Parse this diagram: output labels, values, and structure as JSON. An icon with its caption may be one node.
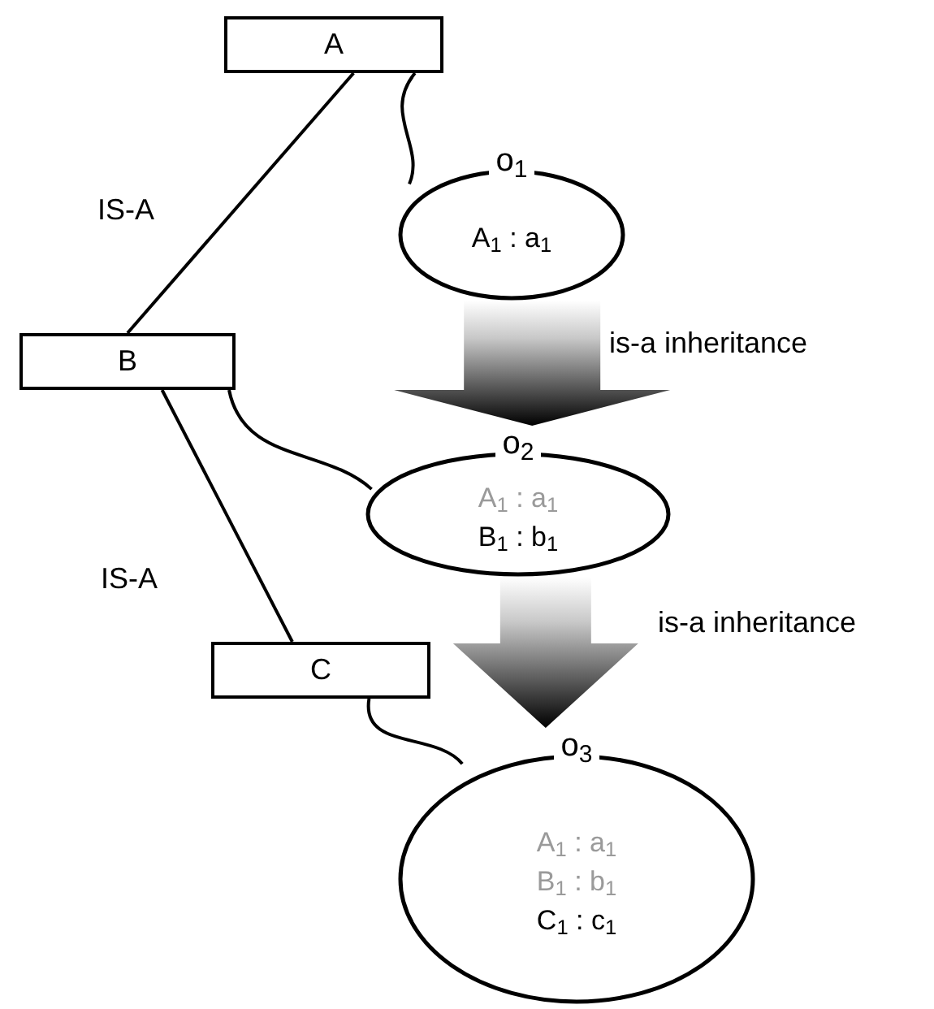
{
  "diagram": {
    "nodes": [
      {
        "text": [
          "A"
        ]
      },
      {
        "text": [
          "o$_{1}$",
          "A$_{1}$ : a$_{1}$"
        ]
      },
      {
        "text": [
          "B"
        ]
      },
      {
        "text": [
          "o$_{2}$",
          "A$_{1}$ : a$_{1}$",
          "B$_{1}$ : b$_{1}$"
        ]
      },
      {
        "text": [
          "C"
        ]
      },
      {
        "text": [
          "o$_{3}$",
          "A$_{1}$ : a$_{1}$",
          "B$_{1}$ : b$_{1}$",
          "C$_{1}$ : c$_{1}$"
        ]
      }
    ],
    "edges": [
      {
        "from": 0,
        "to": 2,
        "arrow": "none",
        "label": "IS-A"
      },
      {
        "from": 2,
        "to": 4,
        "arrow": "none",
        "label": "IS-A"
      },
      {
        "from": 0,
        "to": 1,
        "arrow": "none"
      },
      {
        "from": 2,
        "to": 3,
        "arrow": "none"
      },
      {
        "from": 4,
        "to": 5,
        "arrow": "none"
      },
      {
        "from": 1,
        "to": 3,
        "arrow": "to",
        "label": "is-a inheritance",
        "style": "thick"
      },
      {
        "from": 3,
        "to": 5,
        "arrow": "to",
        "label": "is-a inheritance",
        "style": "thick"
      }
    ]
  }
}
